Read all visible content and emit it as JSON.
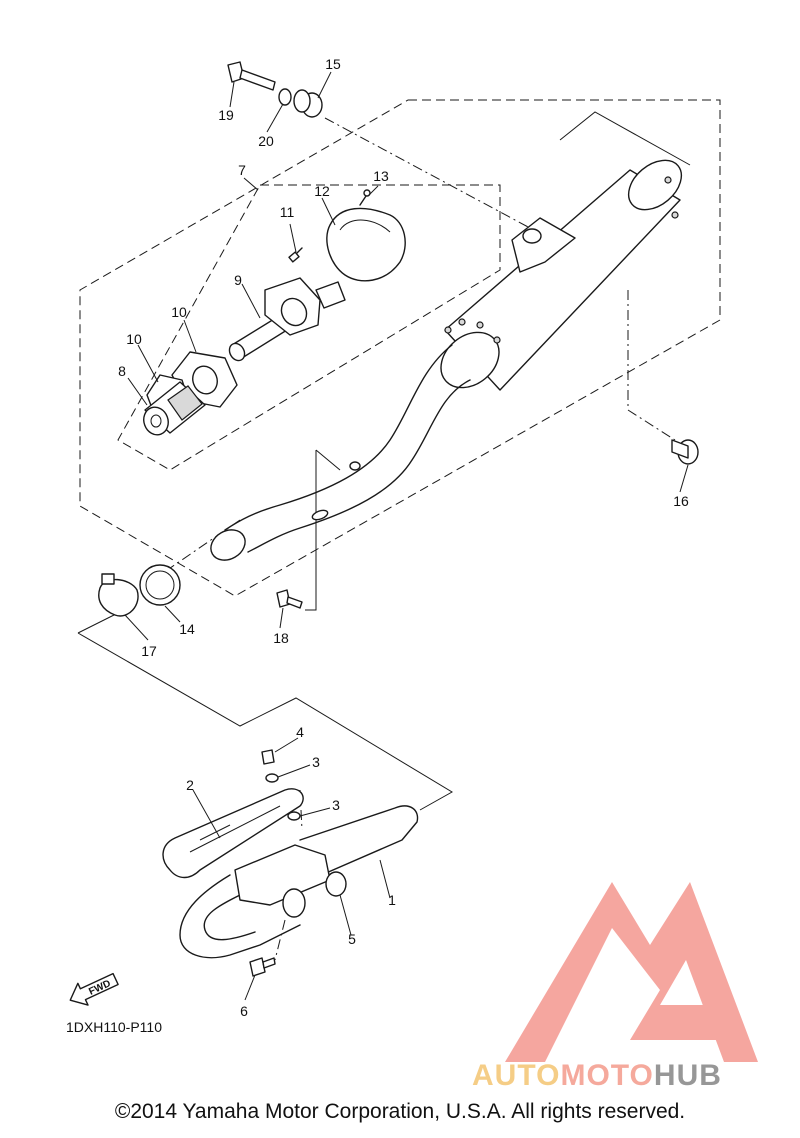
{
  "diagram": {
    "callouts": [
      "1",
      "2",
      "3",
      "3",
      "4",
      "5",
      "6",
      "7",
      "8",
      "9",
      "10",
      "10",
      "11",
      "12",
      "13",
      "14",
      "15",
      "16",
      "17",
      "18",
      "19",
      "20"
    ],
    "drawing_code": "1DXH110-P110",
    "fwd_label": "FWD"
  },
  "watermark": {
    "brand_part1": "AUTO",
    "brand_part2": "MOTO",
    "brand_part3": "HUB",
    "colors": {
      "auto": "#f5c87a",
      "moto": "#f4a092",
      "hub": "#8c8c8c",
      "mark": "#f28b82"
    }
  },
  "footer": {
    "copyright": "©2014 Yamaha Motor Corporation, U.S.A. All rights reserved."
  }
}
